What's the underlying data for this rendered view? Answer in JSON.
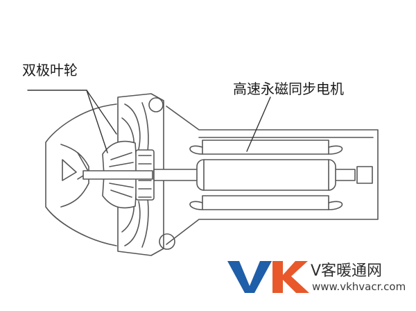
{
  "diagram": {
    "labels": {
      "impeller": "双极叶轮",
      "motor": "高速永磁同步电机"
    }
  },
  "watermark": {
    "logo_text": "VK",
    "brand_text": "V客暖通网",
    "url": "www.vkhvacr.com",
    "colors": {
      "v": "#1f5ea8",
      "k": "#e8582a"
    }
  }
}
